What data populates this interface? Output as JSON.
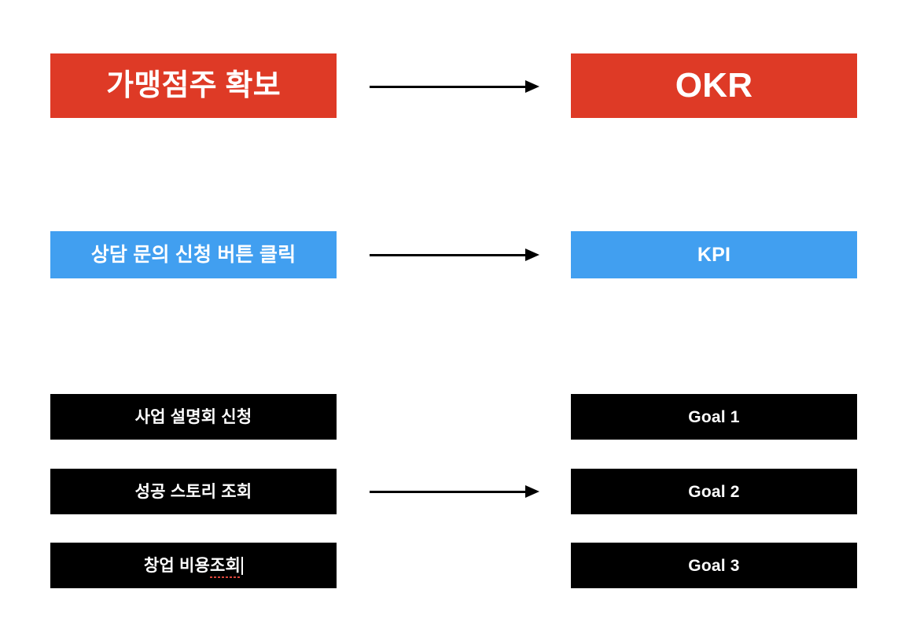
{
  "diagram": {
    "title": "OKR KPI Goal mapping diagram",
    "background_color": "#ffffff",
    "colors": {
      "okr_red": "#de3a26",
      "kpi_blue": "#419ff0",
      "goal_black": "#000000",
      "text_white": "#ffffff",
      "arrow_black": "#000000",
      "spellcheck_red": "#d8453a"
    },
    "rows": [
      {
        "id": "okr",
        "left_label": "가맹점주 확보",
        "right_label": "OKR",
        "color": "#de3a26",
        "has_arrow": true
      },
      {
        "id": "kpi",
        "left_label": "상담 문의 신청 버튼 클릭",
        "right_label": "KPI",
        "color": "#419ff0",
        "has_arrow": true
      },
      {
        "id": "goal-1",
        "left_label": "사업 설명회 신청",
        "right_label": "Goal 1",
        "color": "#000000",
        "has_arrow": false
      },
      {
        "id": "goal-2",
        "left_label": "성공 스토리 조회",
        "right_label": "Goal 2",
        "color": "#000000",
        "has_arrow": true
      },
      {
        "id": "goal-3",
        "left_label_prefix": "창업 비용 ",
        "left_label_misspelled": "조회",
        "left_label": "창업 비용 조회",
        "right_label": "Goal 3",
        "color": "#000000",
        "has_arrow": false,
        "spellcheck_underline": true,
        "text_caret": true
      }
    ],
    "icons": {
      "arrow": "arrow-right-icon",
      "caret": "text-caret"
    }
  }
}
